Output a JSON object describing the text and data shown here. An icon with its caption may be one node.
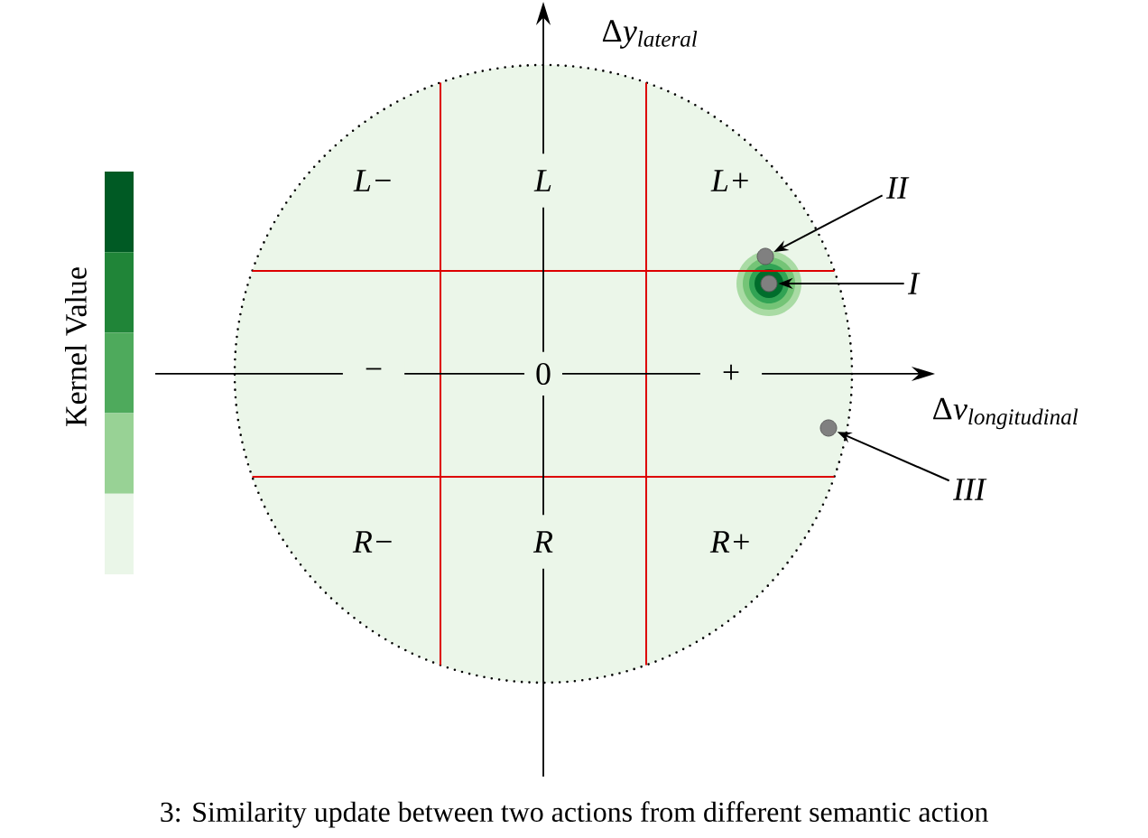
{
  "diagram": {
    "caption": "3: Similarity update between two actions from different semantic action",
    "nodes": [
      {
        "text": [
          "II"
        ]
      },
      {
        "text": [
          "I"
        ]
      },
      {
        "text": [
          "III"
        ]
      },
      {
        "text": [],
        "shape": "circle"
      },
      {
        "text": [],
        "shape": "circle"
      },
      {
        "text": [],
        "shape": "circle"
      }
    ],
    "edges": [
      {
        "from": 0,
        "to": 3,
        "arrow": "to"
      },
      {
        "from": 1,
        "to": 4,
        "arrow": "to"
      },
      {
        "from": 2,
        "to": 5,
        "arrow": "to"
      }
    ],
    "labels": [
      "\\Delta y_{lateral}",
      "L−",
      "L",
      "L+",
      "−",
      "0",
      "+",
      "\\Delta v_{longitudinal}",
      "R−",
      "R",
      "R+",
      "Kernel Value"
    ]
  }
}
